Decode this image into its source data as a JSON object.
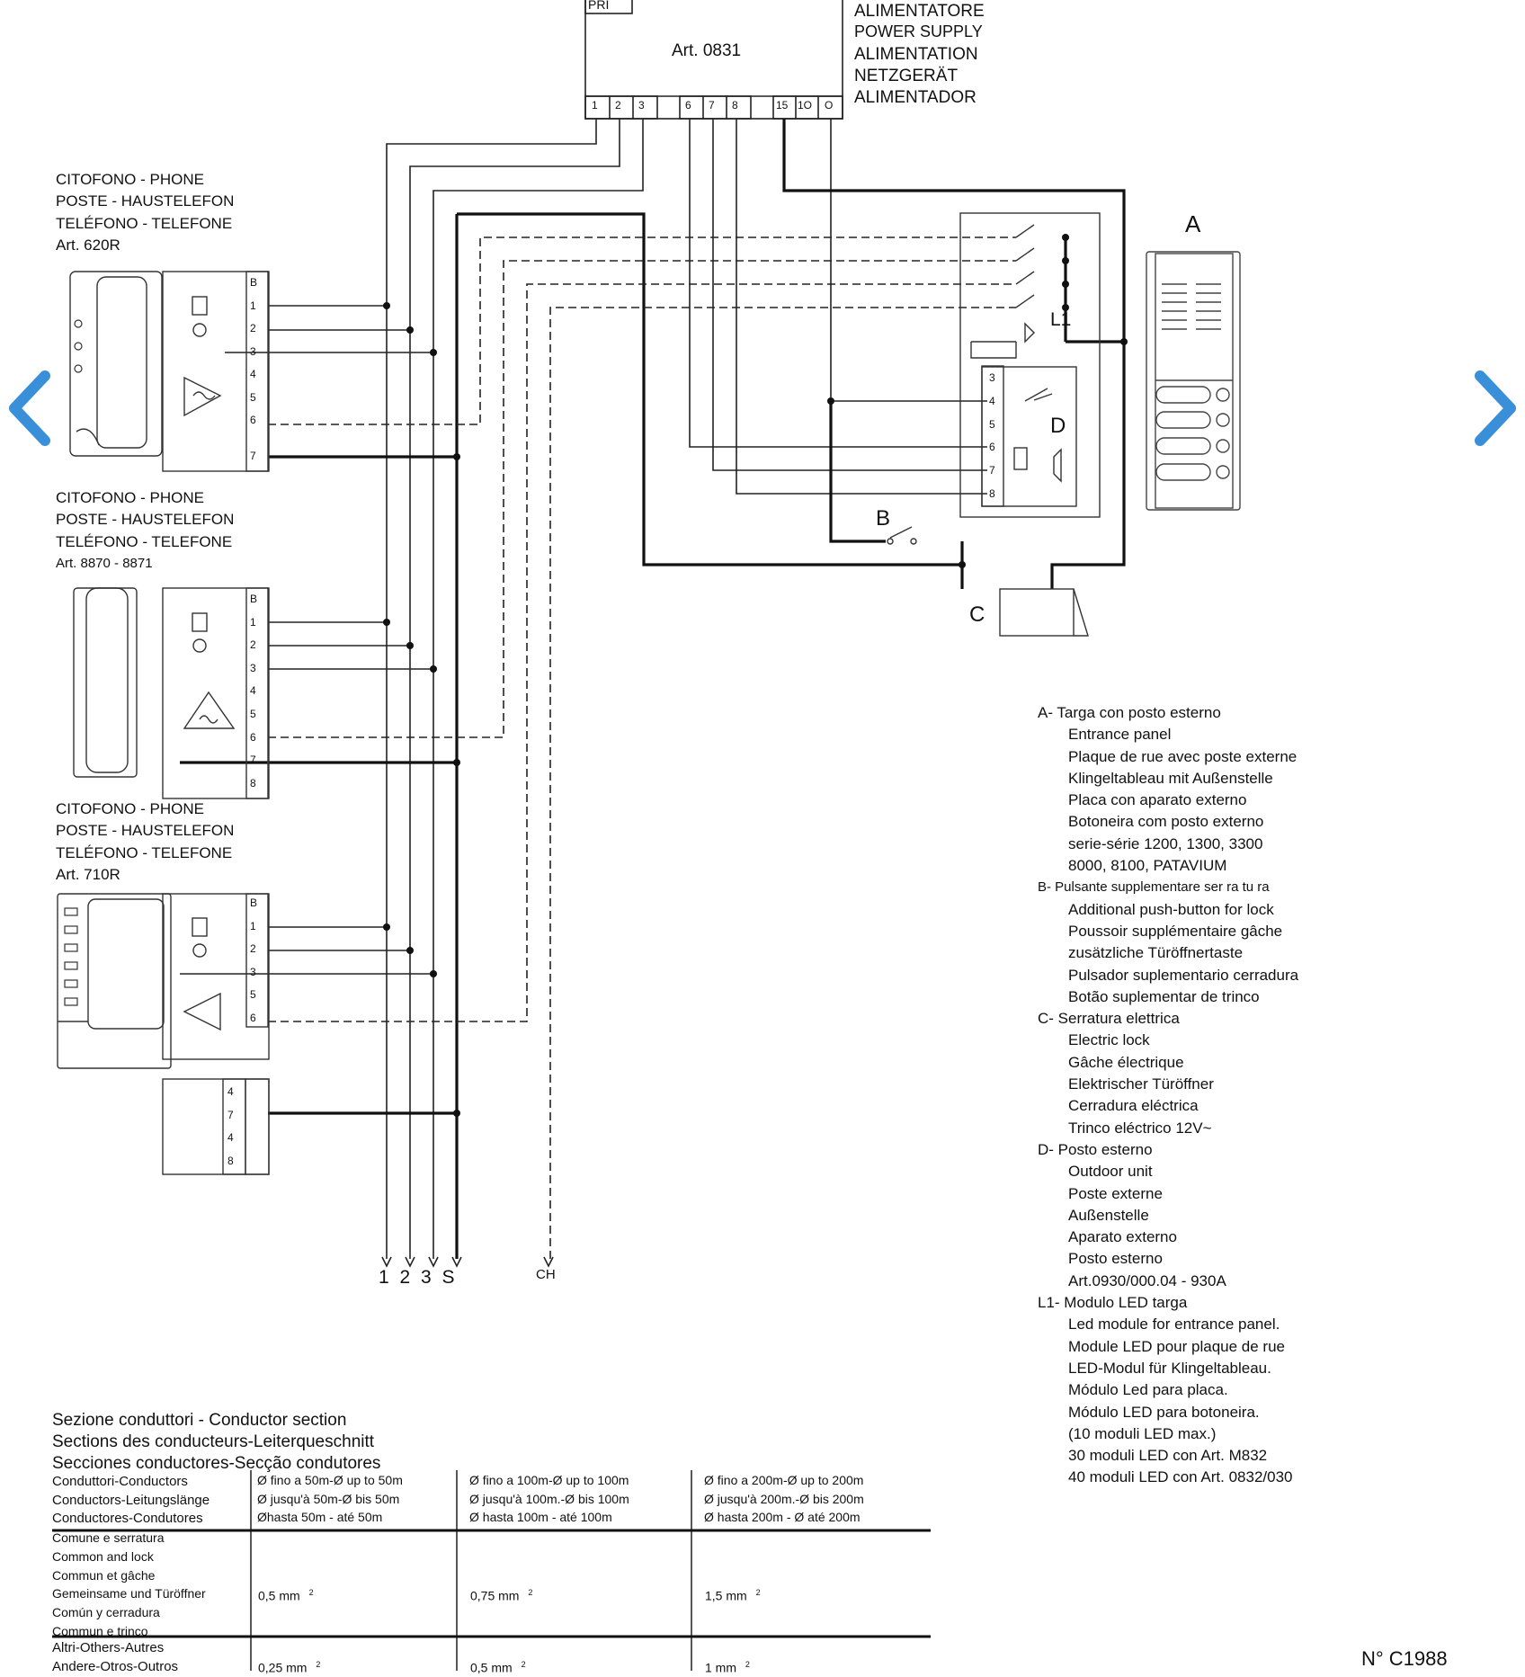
{
  "power_supply": {
    "label_pri": "PRI",
    "art": "Art. 0831",
    "names": [
      "ALIMENTATORE",
      "POWER SUPPLY",
      "ALIMENTATION",
      "NETZGERÄT",
      "ALIMENTADOR"
    ],
    "terminals": [
      "1",
      "2",
      "3",
      "6",
      "7",
      "8",
      "15",
      "1O",
      "O"
    ]
  },
  "phones": [
    {
      "lines": [
        "CITOFONO - PHONE",
        "POSTE - HAUSTELEFON",
        "TELÉFONO - TELEFONE"
      ],
      "art": "Art. 620R",
      "terminals": [
        "B",
        "1",
        "2",
        "3",
        "4",
        "5",
        "6",
        "7"
      ]
    },
    {
      "lines": [
        "CITOFONO - PHONE",
        "POSTE - HAUSTELEFON",
        "TELÉFONO - TELEFONE"
      ],
      "art": "Art. 8870 - 8871",
      "terminals": [
        "B",
        "1",
        "2",
        "3",
        "4",
        "5",
        "6",
        "7",
        "8"
      ]
    },
    {
      "lines": [
        "CITOFONO - PHONE",
        "POSTE - HAUSTELEFON",
        "TELÉFONO - TELEFONE"
      ],
      "art": "Art. 710R",
      "terminals": [
        "B",
        "1",
        "2",
        "3",
        "5",
        "6",
        "4",
        "7",
        "4",
        "8"
      ]
    }
  ],
  "component_labels": {
    "A": "A",
    "B": "B",
    "C": "C",
    "D": "D",
    "L1": "L1"
  },
  "outdoor_terminals": [
    "3",
    "4",
    "5",
    "6",
    "7",
    "8"
  ],
  "bottom_outputs": {
    "main": "1 2 3 S",
    "ch": "CH"
  },
  "legend": [
    {
      "head": "A- Targa con posto esterno",
      "items": [
        "Entrance panel",
        "Plaque de rue avec poste externe",
        "Klingeltableau mit Außenstelle",
        "Placa con aparato externo",
        "Botoneira com posto externo",
        "serie-série 1200, 1300, 3300",
        "8000, 8100, PATAVIUM"
      ]
    },
    {
      "head": "B- Pulsante supplementare ser ra tu ra",
      "items": [
        "Additional push-button for lock",
        "Poussoir supplémentaire gâche",
        "zusätzliche Türöffnertaste",
        "Pulsador suplementario cerradura",
        "Botão suplementar de trinco"
      ]
    },
    {
      "head": "C- Serratura elettrica",
      "items": [
        "Electric lock",
        "Gâche électrique",
        "Elektrischer Türöffner",
        "Cerradura eléctrica",
        "Trinco eléctrico 12V~"
      ]
    },
    {
      "head": "D- Posto esterno",
      "items": [
        "Outdoor unit",
        "Poste externe",
        "Außenstelle",
        "Aparato externo",
        "Posto esterno",
        "Art.0930/000.04 - 930A"
      ]
    },
    {
      "head": "L1- Modulo LED targa",
      "items": [
        "Led module for entrance panel.",
        "Module LED pour plaque de rue",
        "LED-Modul für Klingeltableau.",
        "Módulo Led para placa.",
        "Módulo LED para botoneira.",
        "(10 moduli LED max.)",
        "30 moduli LED con Art. M832",
        "40 moduli LED con Art. 0832/030"
      ]
    }
  ],
  "section_table": {
    "titles": [
      "Sezione conduttori - Conductor section",
      "Sections des conducteurs-Leiterqueschnitt",
      "Secciones conductores-Secção condutores"
    ],
    "header_left": [
      "Conduttori-Conductors",
      "Conductors-Leitungslänge",
      "Conductores-Condutores"
    ],
    "columns": [
      [
        "Ø fino a 50m-Ø up to 50m",
        "Ø jusqu'à 50m-Ø bis 50m",
        "Øhasta 50m - até 50m"
      ],
      [
        "Ø fino a 100m-Ø up to 100m",
        "Ø jusqu'à 100m.-Ø bis 100m",
        "Ø hasta 100m - até 100m"
      ],
      [
        "Ø fino a 200m-Ø up to 200m",
        "Ø jusqu'à 200m.-Ø bis 200m",
        "Ø hasta 200m - Ø até 200m"
      ]
    ],
    "row1_label": [
      "Comune e serratura",
      "Common and lock",
      "Commun et gâche",
      "Gemeinsame und Türöffner",
      "Común y cerradura",
      "Commun e trinco"
    ],
    "row1_values": [
      "0,5 mm",
      "0,75 mm",
      "1,5 mm"
    ],
    "row2_label": [
      "Altri-Others-Autres",
      "Andere-Otros-Outros"
    ],
    "row2_values": [
      "0,25 mm",
      "0,5 mm",
      "1 mm"
    ],
    "unit_sup": "2"
  },
  "doc_number": "N° C1988",
  "colors": {
    "nav_arrow": "#3a8fd9",
    "ink": "#111111"
  }
}
